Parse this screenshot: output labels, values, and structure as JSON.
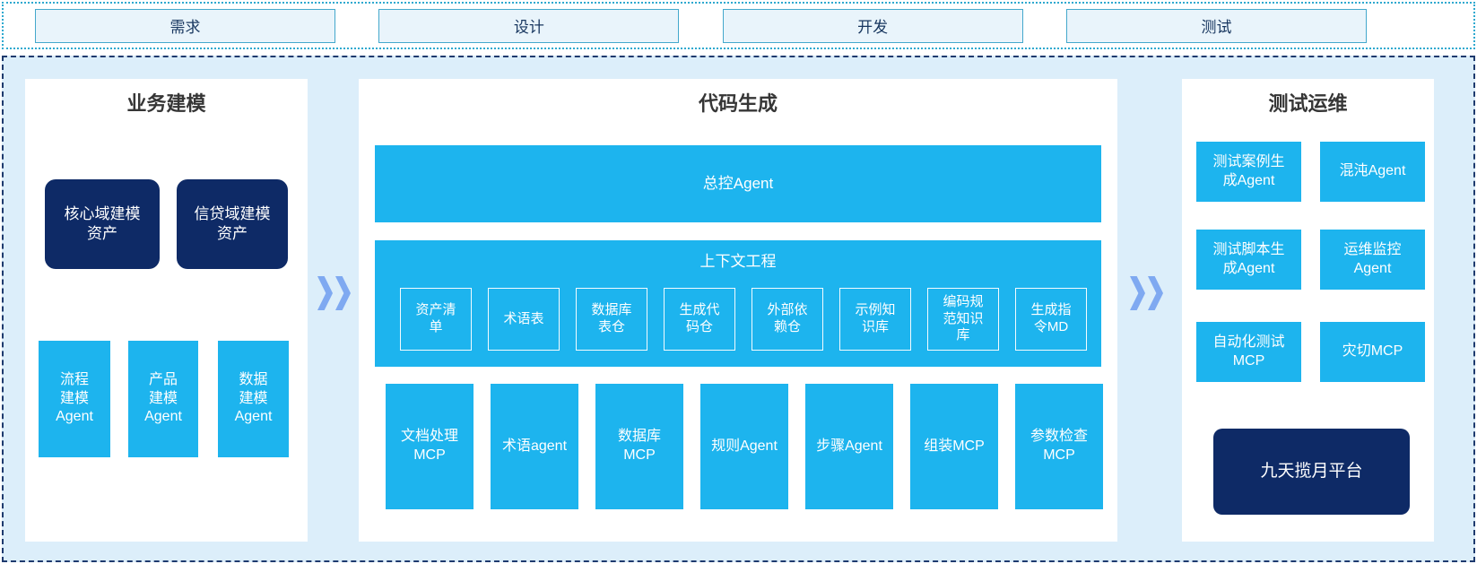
{
  "phases": {
    "items": [
      {
        "label": "需求"
      },
      {
        "label": "设计"
      },
      {
        "label": "开发"
      },
      {
        "label": "测试"
      }
    ]
  },
  "left_panel": {
    "title": "业务建模",
    "asset_boxes": [
      {
        "label": "核心域建模\n资产"
      },
      {
        "label": "信贷域建模\n资产"
      }
    ],
    "agent_boxes": [
      {
        "label": "流程\n建模\nAgent"
      },
      {
        "label": "产品\n建模\nAgent"
      },
      {
        "label": "数据\n建模\nAgent"
      }
    ]
  },
  "middle_panel": {
    "title": "代码生成",
    "master_bar_label": "总控Agent",
    "context_box": {
      "title": "上下文工程",
      "items": [
        {
          "label": "资产清\n单"
        },
        {
          "label": "术语表"
        },
        {
          "label": "数据库\n表仓"
        },
        {
          "label": "生成代\n码仓"
        },
        {
          "label": "外部依\n赖仓"
        },
        {
          "label": "示例知\n识库"
        },
        {
          "label": "编码规\n范知识\n库"
        },
        {
          "label": "生成指\n令MD"
        }
      ]
    },
    "bottom_boxes": [
      {
        "label": "文档处理\nMCP"
      },
      {
        "label": "术语agent"
      },
      {
        "label": "数据库\nMCP"
      },
      {
        "label": "规则Agent"
      },
      {
        "label": "步骤Agent"
      },
      {
        "label": "组装MCP"
      },
      {
        "label": "参数检查\nMCP"
      }
    ]
  },
  "right_panel": {
    "title": "测试运维",
    "boxes": [
      {
        "label": "测试案例生\n成Agent"
      },
      {
        "label": "混沌Agent"
      },
      {
        "label": "测试脚本生\n成Agent"
      },
      {
        "label": "运维监控\nAgent"
      },
      {
        "label": "自动化测试\nMCP"
      },
      {
        "label": "灾切MCP"
      }
    ],
    "platform_label": "九天揽月平台"
  },
  "colors": {
    "cyan_box": "#1db4ee",
    "navy_box": "#0e2a66",
    "container_bg": "#dceefa",
    "dashed_border": "#1e3a6e",
    "dotted_border": "#2ea9cf",
    "phase_box_bg": "#e9f4fb",
    "phase_box_border": "#44a8cc",
    "phase_text": "#17365f",
    "arrow": "#7fa9f1"
  }
}
